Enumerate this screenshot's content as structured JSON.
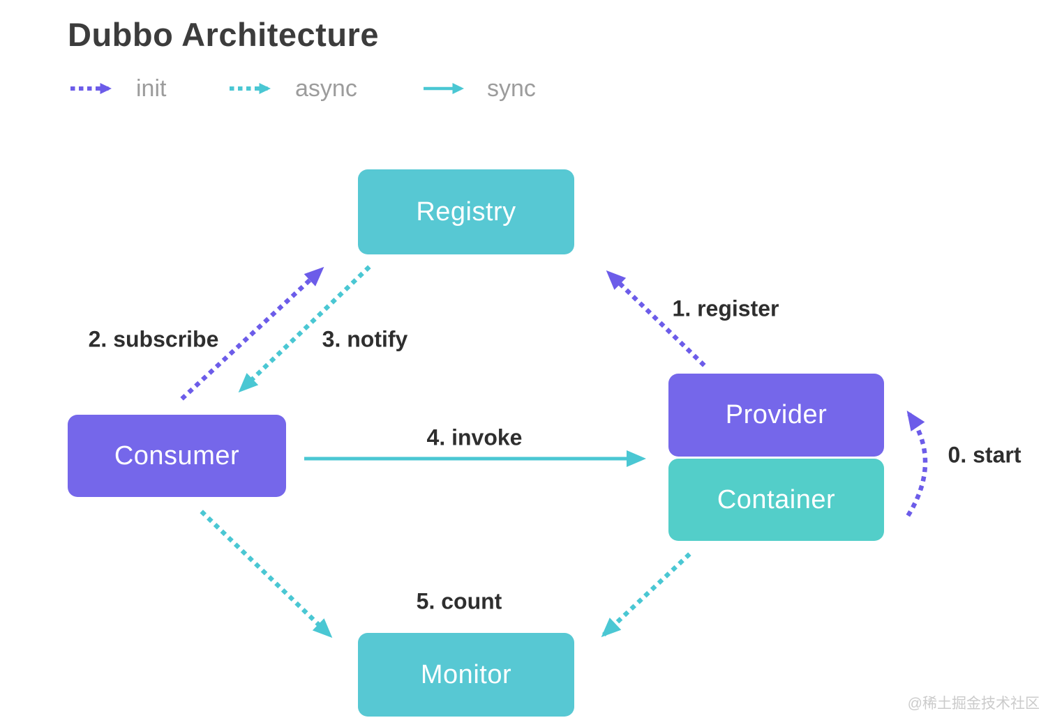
{
  "title": "Dubbo Architecture",
  "legend": {
    "items": [
      {
        "id": "init",
        "label": "init",
        "line_style": "dotted",
        "color": "#6c5ce9"
      },
      {
        "id": "async",
        "label": "async",
        "line_style": "dotted",
        "color": "#4ac7d3"
      },
      {
        "id": "sync",
        "label": "sync",
        "line_style": "solid",
        "color": "#4ac7d3"
      }
    ]
  },
  "nodes": {
    "registry": {
      "label": "Registry",
      "color": "#57c8d3"
    },
    "consumer": {
      "label": "Consumer",
      "color": "#7567ea"
    },
    "provider": {
      "label": "Provider",
      "color": "#7567ea"
    },
    "container": {
      "label": "Container",
      "color": "#53cec9"
    },
    "monitor": {
      "label": "Monitor",
      "color": "#57c8d3"
    }
  },
  "edges": {
    "start": {
      "label": "0. start",
      "type": "init",
      "from": "container",
      "to": "provider"
    },
    "register": {
      "label": "1. register",
      "type": "init",
      "from": "provider",
      "to": "registry"
    },
    "subscribe": {
      "label": "2. subscribe",
      "type": "init",
      "from": "consumer",
      "to": "registry"
    },
    "notify": {
      "label": "3. notify",
      "type": "async",
      "from": "registry",
      "to": "consumer"
    },
    "invoke": {
      "label": "4. invoke",
      "type": "sync",
      "from": "consumer",
      "to": "provider"
    },
    "count": {
      "label": "5. count",
      "type": "async",
      "from": "consumer-and-container",
      "to": "monitor"
    }
  },
  "watermark": "@稀土掘金技术社区",
  "colors": {
    "background": "#ffffff",
    "init_arrow": "#6c5ce9",
    "async_arrow": "#4ac7d3",
    "sync_arrow": "#4ac7d3",
    "node_purple": "#7567ea",
    "node_teal": "#57c8d3",
    "node_container_teal": "#53cec9",
    "node_text": "#ffffff",
    "title_text": "#3c3c3c",
    "edge_label_text": "#2e2e2e",
    "legend_text": "#9c9c9c",
    "watermark_text": "#cbcbcb"
  }
}
